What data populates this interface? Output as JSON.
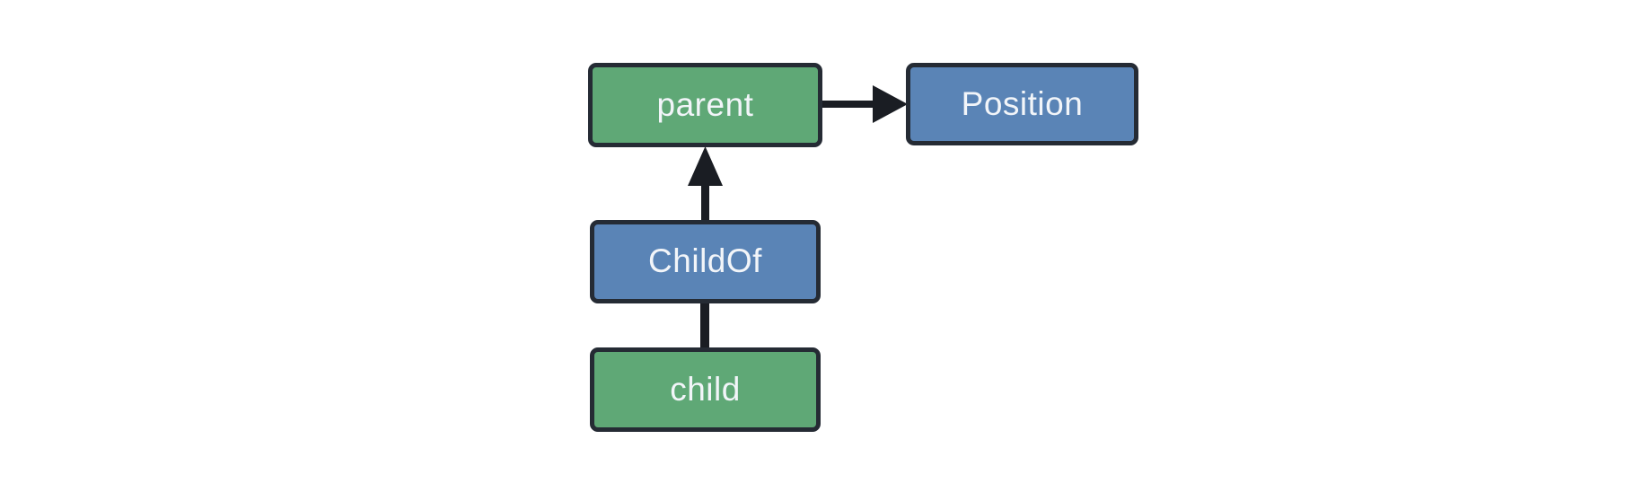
{
  "diagram": {
    "nodes": [
      {
        "id": "parent",
        "label": "parent",
        "kind": "entity",
        "color_role": "green"
      },
      {
        "id": "Position",
        "label": "Position",
        "kind": "component",
        "color_role": "blue"
      },
      {
        "id": "ChildOf",
        "label": "ChildOf",
        "kind": "relationship",
        "color_role": "blue"
      },
      {
        "id": "child",
        "label": "child",
        "kind": "entity",
        "color_role": "green"
      }
    ],
    "edges": [
      {
        "from": "parent",
        "to": "Position",
        "style": "arrow",
        "direction": "right"
      },
      {
        "from": "ChildOf",
        "to": "parent",
        "style": "arrow",
        "direction": "up"
      },
      {
        "from": "child",
        "to": "ChildOf",
        "style": "line",
        "direction": "up"
      }
    ],
    "colors": {
      "background": "#ffffff",
      "entity_fill": "#5fa876",
      "component_fill": "#5a84b6",
      "border": "#252b34",
      "arrow": "#1a1d23",
      "text": "#f2f5f9"
    }
  }
}
